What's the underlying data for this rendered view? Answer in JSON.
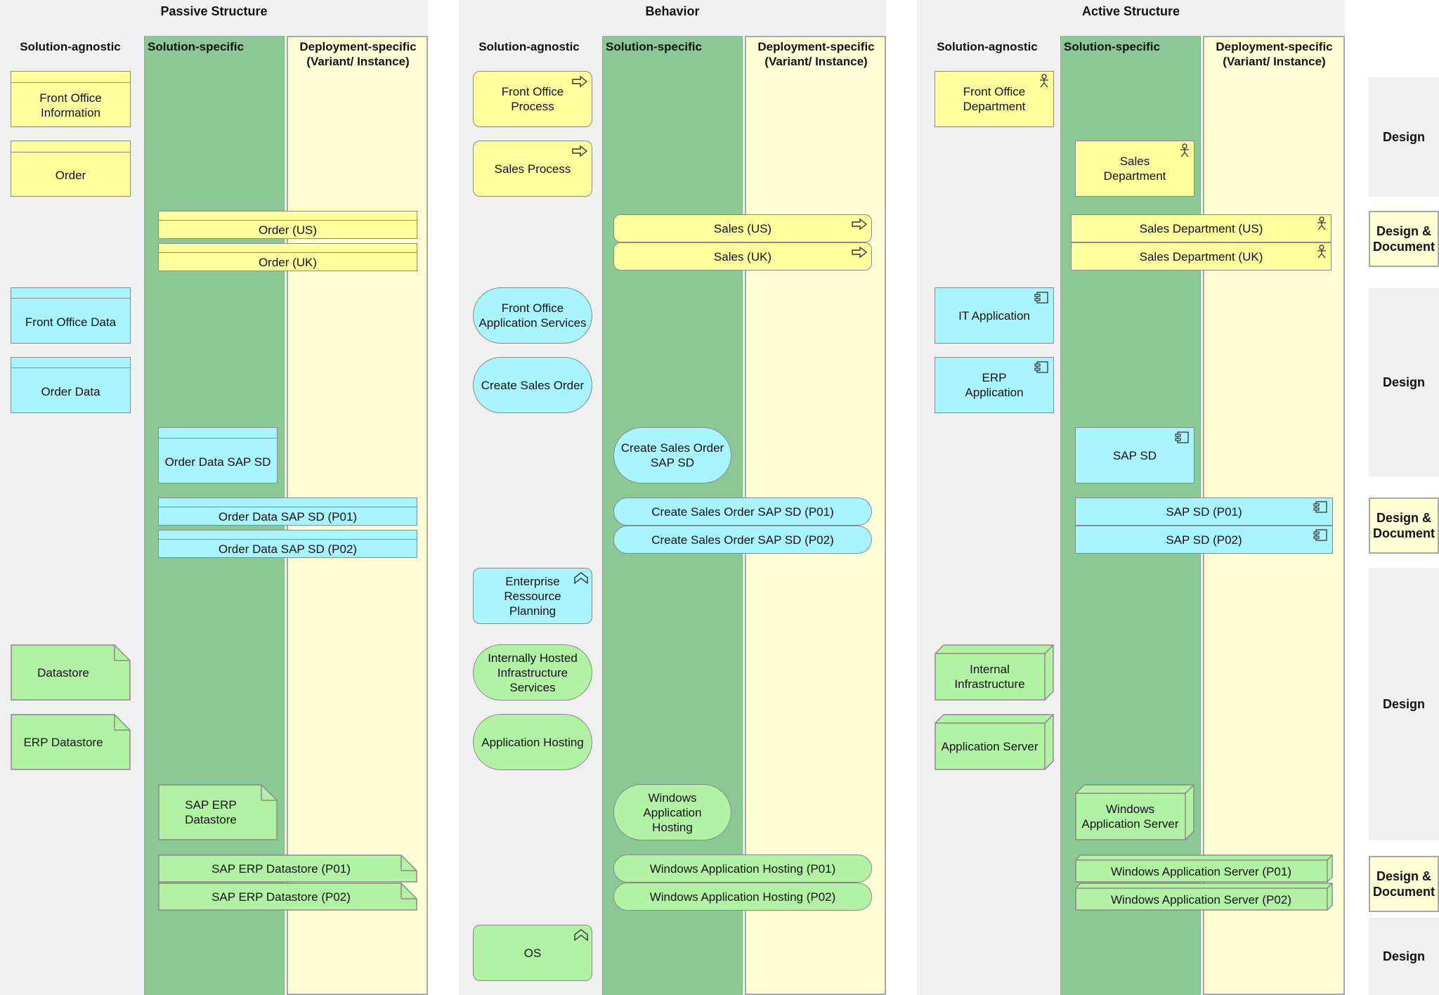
{
  "sections": {
    "passive": "Passive Structure",
    "behavior": "Behavior",
    "active": "Active Structure"
  },
  "columns": {
    "agnostic": "Solution-agnostic",
    "specific": "Solution-specific",
    "deployment": "Deployment-specific\n(Variant/ Instance)"
  },
  "row_labels": {
    "design": "Design",
    "design_document": "Design &\nDocument"
  },
  "passive": {
    "front_office_information": "Front Office\nInformation",
    "order": "Order",
    "order_us": "Order (US)",
    "order_uk": "Order (UK)",
    "front_office_data": "Front Office Data",
    "order_data": "Order Data",
    "order_data_sap_sd": "Order Data SAP SD",
    "order_data_p01": "Order Data SAP SD (P01)",
    "order_data_p02": "Order Data SAP SD (P02)",
    "datastore": "Datastore",
    "erp_datastore": "ERP Datastore",
    "sap_erp_datastore": "SAP ERP\nDatastore",
    "sap_erp_datastore_p01": "SAP ERP Datastore (P01)",
    "sap_erp_datastore_p02": "SAP ERP Datastore (P02)"
  },
  "behavior": {
    "front_office_process": "Front Office\nProcess",
    "sales_process": "Sales Process",
    "sales_us": "Sales (US)",
    "sales_uk": "Sales (UK)",
    "front_office_app_services": "Front Office\nApplication Services",
    "create_sales_order": "Create Sales Order",
    "create_sales_order_sap_sd": "Create Sales Order\nSAP SD",
    "create_sales_order_p01": "Create Sales Order SAP SD (P01)",
    "create_sales_order_p02": "Create Sales Order SAP SD (P02)",
    "erp": "Enterprise\nRessource\nPlanning",
    "internally_hosted": "Internally Hosted\nInfrastructure\nServices",
    "application_hosting": "Application Hosting",
    "windows_app_hosting": "Windows Application\nHosting",
    "windows_app_hosting_p01": "Windows Application Hosting (P01)",
    "windows_app_hosting_p02": "Windows Application Hosting (P02)",
    "os": "OS"
  },
  "active": {
    "front_office_department": "Front Office\nDepartment",
    "sales_department": "Sales\nDepartment",
    "sales_department_us": "Sales Department (US)",
    "sales_department_uk": "Sales Department (UK)",
    "it_application": "IT Application",
    "erp_application": "ERP\nApplication",
    "sap_sd": "SAP SD",
    "sap_sd_p01": "SAP SD (P01)",
    "sap_sd_p02": "SAP SD (P02)",
    "internal_infrastructure": "Internal\nInfrastructure",
    "application_server": "Application Server",
    "windows_app_server": "Windows\nApplication Server",
    "windows_app_server_p01": "Windows Application Server (P01)",
    "windows_app_server_p02": "Windows Application Server (P02)"
  },
  "icons": {
    "process": "arrow-right-icon",
    "actor": "actor-icon",
    "component": "component-icon",
    "function": "chevron-up-icon",
    "node": "3d-box",
    "artifact": "folded-corner"
  },
  "colors": {
    "business": "#ffff9e",
    "application": "#a8f4ff",
    "technology": "#b2f2a4",
    "solution_specific_column": "#8cc896",
    "deployment_column": "#ffffd6",
    "panel": "#f0f0f0"
  }
}
